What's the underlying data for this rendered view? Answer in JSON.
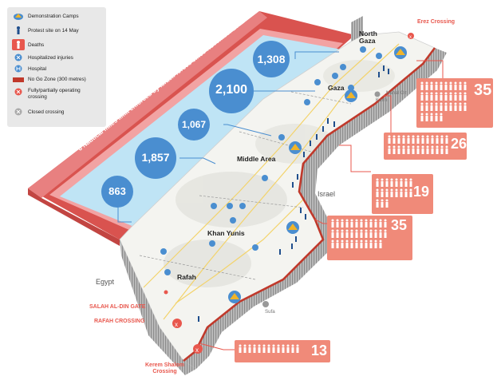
{
  "legend": {
    "items": [
      {
        "label": "Demonstration Camps",
        "icon": "tent-icon"
      },
      {
        "label": "Protest site on 14 May",
        "icon": "protester-icon"
      },
      {
        "label": "Deaths",
        "icon": "deaths-icon"
      },
      {
        "label": "Hospitalized injuries",
        "icon": "injury-icon"
      },
      {
        "label": "Hospital",
        "icon": "hospital-icon"
      },
      {
        "label": "No Go Zone (300 metres)",
        "icon": "no-go-zone-icon"
      },
      {
        "label": "Fully/partially operating crossing",
        "icon": "open-crossing-icon"
      },
      {
        "label": "Closed crossing",
        "icon": "closed-crossing-icon"
      }
    ]
  },
  "sea_label": "6 Nautical miles limit enforced by Israeli forces since November 2012",
  "injuries": [
    {
      "value": "1,308",
      "region": "North Gaza"
    },
    {
      "value": "2,100",
      "region": "Gaza"
    },
    {
      "value": "1,067",
      "region": "Middle Area"
    },
    {
      "value": "1,857",
      "region": "Khan Yunis"
    },
    {
      "value": "863",
      "region": "Rafah"
    }
  ],
  "deaths": [
    {
      "value": "35",
      "region": "North Gaza",
      "count": 35
    },
    {
      "value": "26",
      "region": "Gaza",
      "count": 26
    },
    {
      "value": "19",
      "region": "Middle Area",
      "count": 19
    },
    {
      "value": "35",
      "region": "Khan Yunis",
      "count": 35
    },
    {
      "value": "13",
      "region": "Rafah",
      "count": 13
    }
  ],
  "places": {
    "north_gaza": "North\nGaza",
    "gaza": "Gaza",
    "middle_area": "Middle Area",
    "khan_yunis": "Khan Yunis",
    "rafah": "Rafah",
    "israel": "Israel",
    "egypt": "Egypt"
  },
  "crossings": {
    "erez": "Erez Crossing",
    "nahal_oz": "Nahal Oz",
    "karni": "Karni",
    "sufa": "Sufa",
    "salah": "SALAH AL-DIN GATE",
    "rafah": "RAFAH CROSSING",
    "kerem": "Kerem Shalom\nCrossing"
  },
  "colors": {
    "sea": "#c8e8f6",
    "frame": "#e05f5c",
    "land": "#f3f3ef",
    "circle": "#4a8ed0",
    "death": "#f08a79",
    "border": "#c0392b"
  }
}
